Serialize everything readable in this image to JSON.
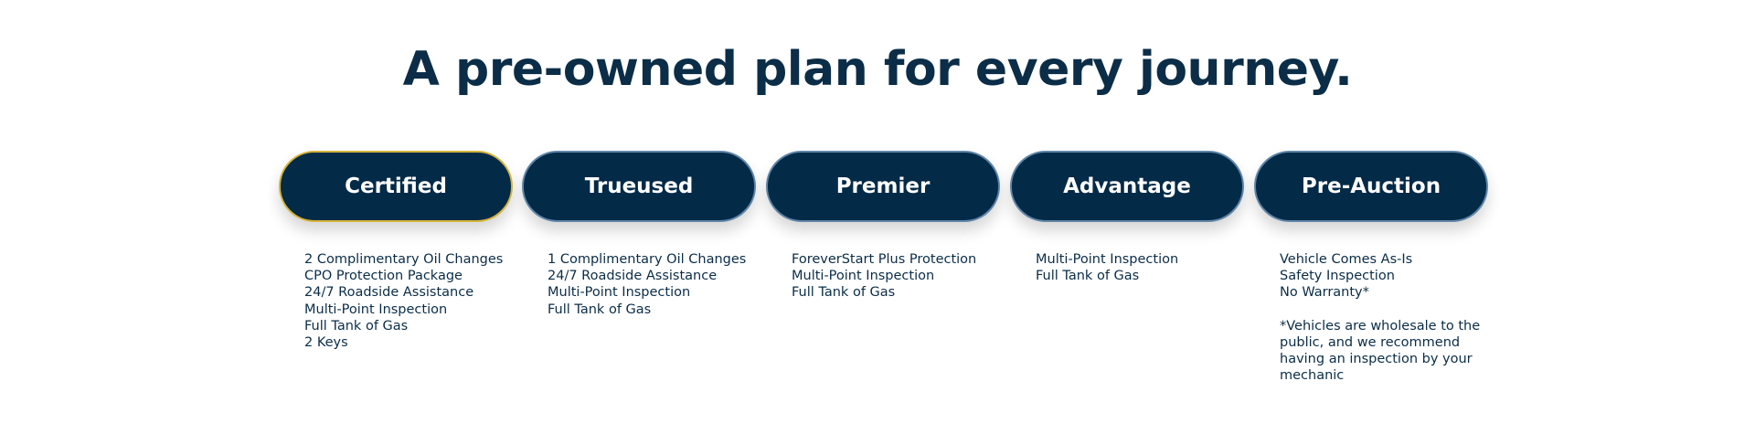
{
  "heading": "A pre-owned plan for every journey.",
  "plans": [
    {
      "label": "Certified",
      "features": [
        "2 Complimentary Oil Changes",
        "CPO Protection Package",
        "24/7 Roadside Assistance",
        "Multi-Point Inspection",
        "Full Tank of Gas",
        "2 Keys"
      ]
    },
    {
      "label": "Trueused",
      "features": [
        "1 Complimentary Oil Changes",
        "24/7 Roadside Assistance",
        "Multi-Point Inspection",
        "Full Tank of Gas"
      ]
    },
    {
      "label": "Premier",
      "features": [
        "ForeverStart Plus Protection",
        "Multi-Point Inspection",
        "Full Tank of Gas"
      ]
    },
    {
      "label": "Advantage",
      "features": [
        "Multi-Point Inspection",
        "Full Tank of Gas"
      ]
    },
    {
      "label": "Pre-Auction",
      "features": [
        "Vehicle Comes As-Is",
        "Safety Inspection",
        "No Warranty*"
      ],
      "note": "*Vehicles are wholesale to the public, and we recommend having an inspection by your mechanic"
    }
  ],
  "colors": {
    "navy": "#032a47",
    "text": "#0b2d47",
    "active_border": "#d4b43a",
    "pill_border": "#5f85a8"
  }
}
